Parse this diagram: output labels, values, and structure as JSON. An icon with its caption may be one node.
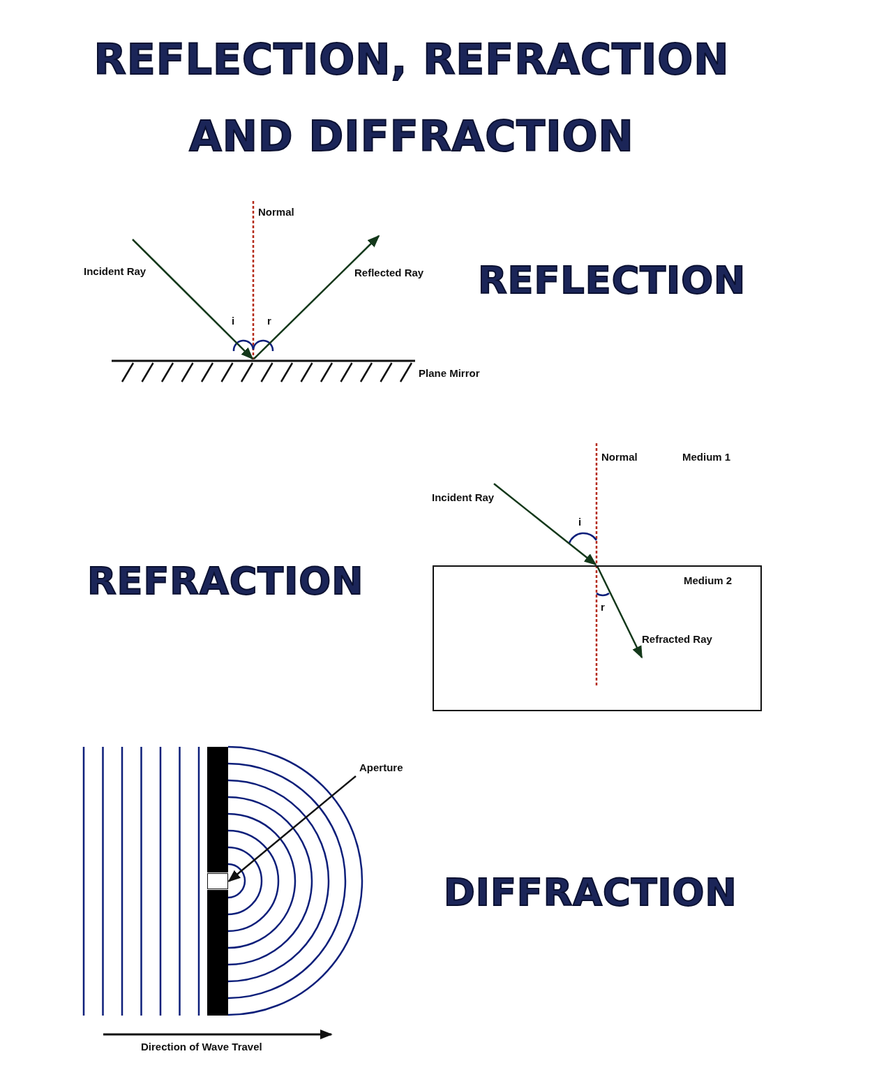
{
  "diagram": {
    "title": "REFLECTION, REFRACTION AND DIFFRACTION",
    "nodes": [
      {
        "text": [
          "Medium 2"
        ]
      },
      {
        "text": [
          "Aperture"
        ]
      },
      {
        "text": [],
        "shape": "box"
      }
    ],
    "edges": [
      {
        "from": 1,
        "to": 2,
        "arrow": "to"
      }
    ],
    "labels": [
      "Normal",
      "Incident Ray",
      "Reflected Ray",
      "REFLECTION",
      "i",
      "r",
      "Plane Mirror",
      "Normal",
      "Medium 1",
      "Incident Ray",
      "i",
      "REFRACTION",
      "r",
      "Refracted Ray",
      "DIFFRACTION",
      "Direction of Wave Travel"
    ]
  }
}
